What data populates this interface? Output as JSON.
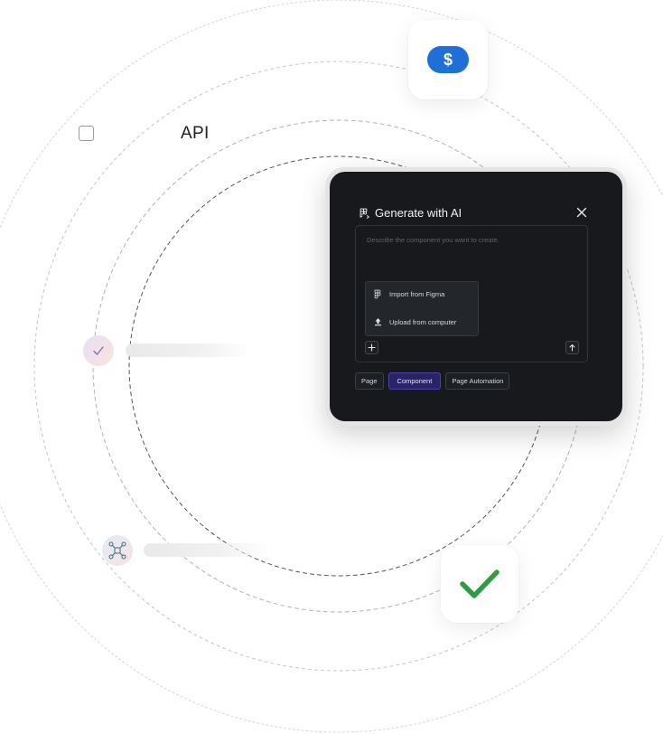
{
  "hero": {
    "api_label": "API",
    "dollar_symbol": "$",
    "accent_blue": "#1f6fd6",
    "success_green": "#2f9c44"
  },
  "dialog": {
    "title": "Generate with AI",
    "placeholder": "Describe the component you want to create.",
    "menu": [
      {
        "label": "Import from Figma",
        "icon": "figma-icon"
      },
      {
        "label": "Upload from computer",
        "icon": "upload-icon"
      }
    ],
    "chips": [
      {
        "label": "Page",
        "active": false
      },
      {
        "label": "Component",
        "active": true
      },
      {
        "label": "Page Automation",
        "active": false
      }
    ],
    "background": "#17191c",
    "active_chip_color": "#2a2467"
  }
}
